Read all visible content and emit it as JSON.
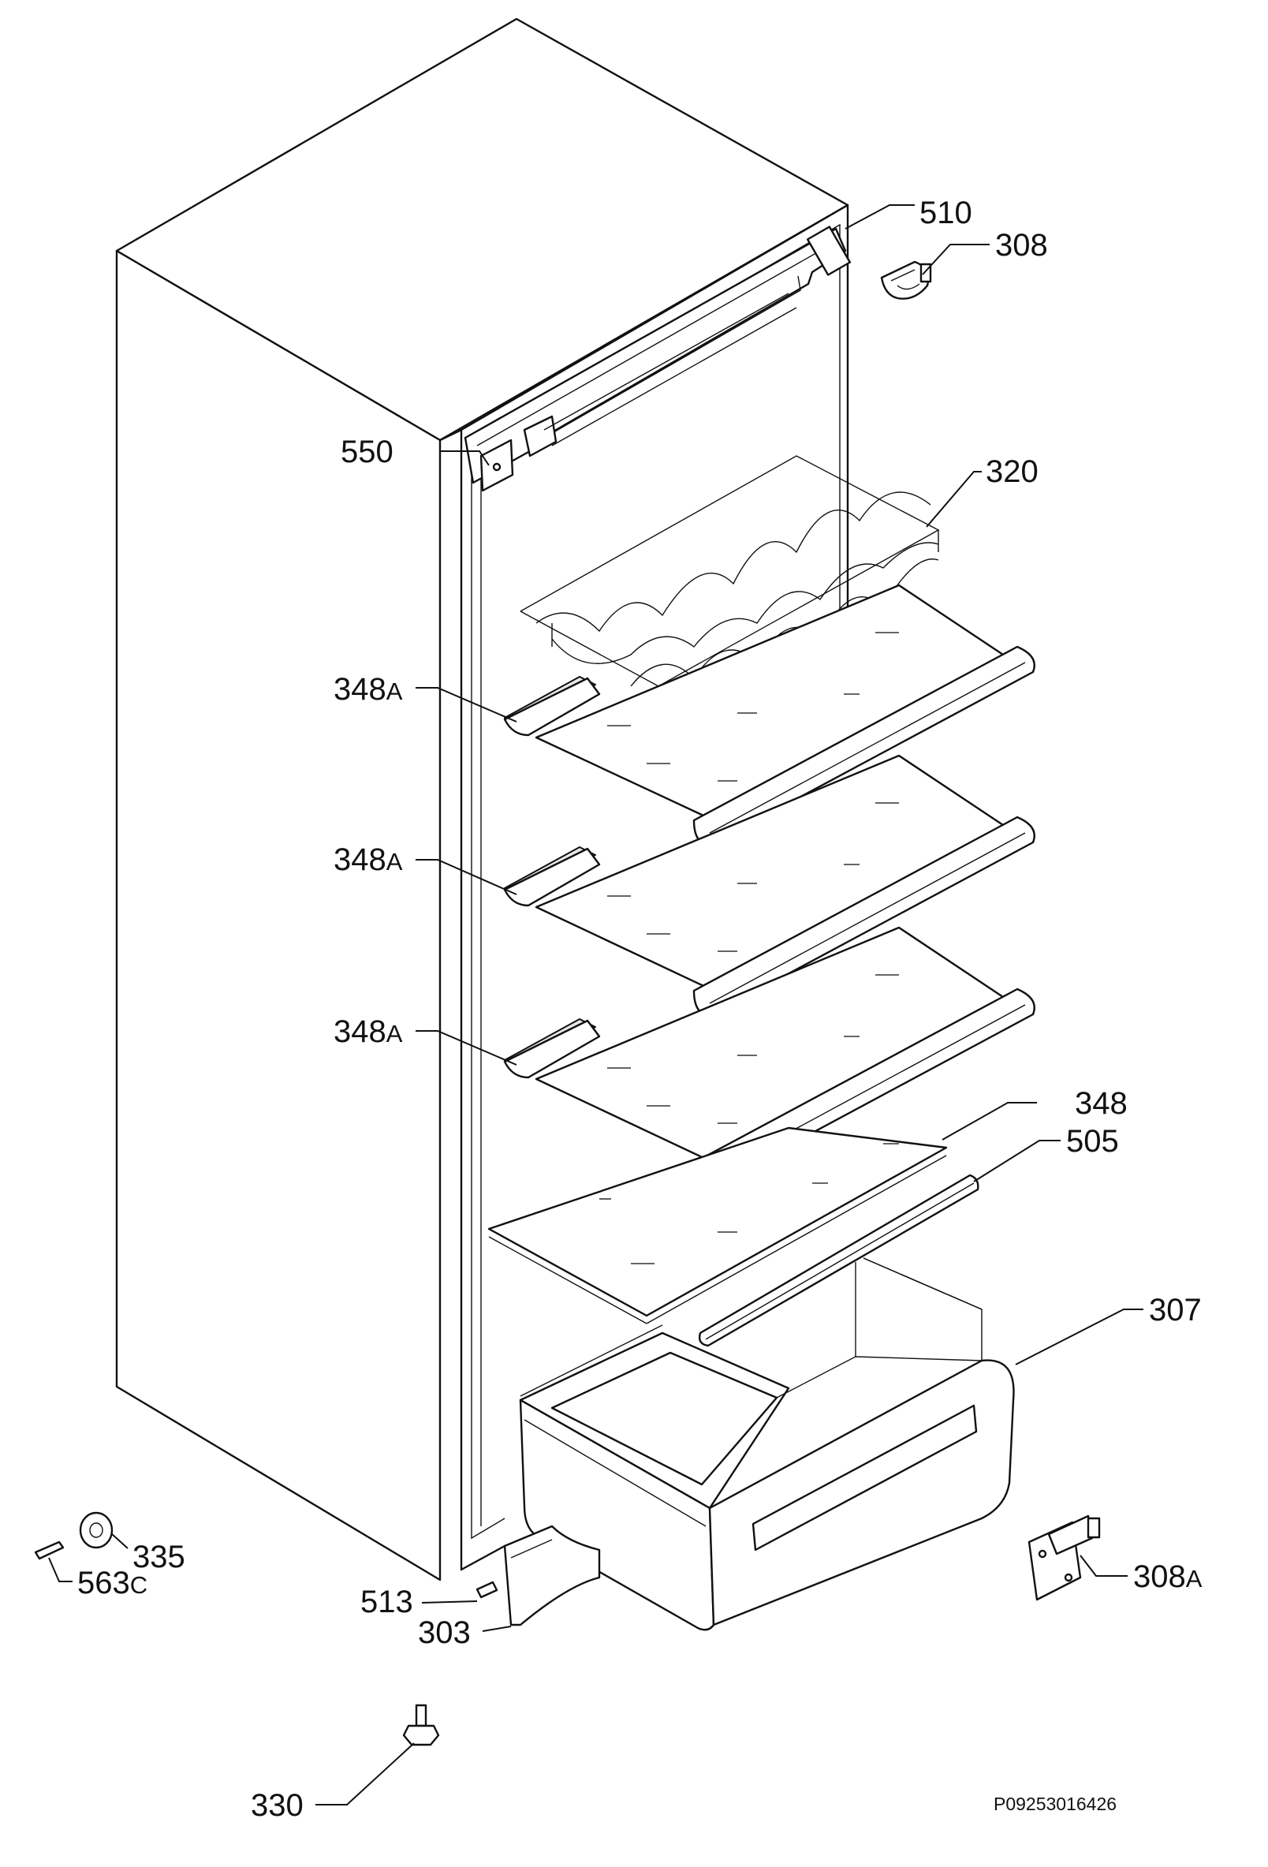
{
  "labels": {
    "l510": "510",
    "l308": "308",
    "l550": "550",
    "l320": "320",
    "l348a1": "348",
    "l348a2": "348",
    "l348a3": "348",
    "suffix_a": "A",
    "l348": "348",
    "l505": "505",
    "l307": "307",
    "l335": "335",
    "l563": "563",
    "suffix_c": "C",
    "l308a": "308",
    "l513": "513",
    "l303": "303",
    "l330": "330"
  },
  "document_id": "P09253016426"
}
